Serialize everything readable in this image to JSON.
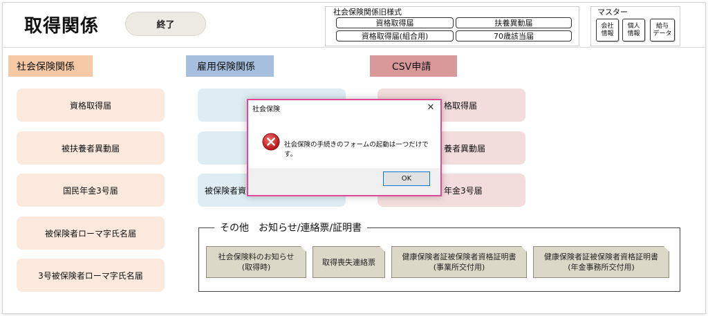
{
  "header": {
    "title": "取得関係",
    "end_label": "終了"
  },
  "old_forms": {
    "title": "社会保険関係旧様式",
    "buttons": [
      "資格取得届",
      "扶養異動届",
      "資格取得届(組合用)",
      "70歳該当届"
    ]
  },
  "master": {
    "title": "マスター",
    "buttons": [
      {
        "line1": "会社",
        "line2": "情報"
      },
      {
        "line1": "個人",
        "line2": "情報"
      },
      {
        "line1": "給与",
        "line2": "データ"
      }
    ]
  },
  "sections": {
    "social": {
      "label": "社会保険関係",
      "color": "#f6c9a6",
      "buttons": [
        "資格取得届",
        "被扶養者異動届",
        "国民年金3号届",
        "被保険者ローマ字氏名届",
        "3号被保険者ローマ字氏名届"
      ]
    },
    "employment": {
      "label": "雇用保険関係",
      "color": "#a7bfdf",
      "buttons": [
        "",
        "",
        "被保険者資"
      ]
    },
    "csv": {
      "label": "CSV申請",
      "color": "#d9999a",
      "buttons": [
        "格取得届",
        "養者異動届",
        "年金3号届"
      ]
    }
  },
  "other": {
    "title": "その他　お知らせ/連絡票/証明書",
    "buttons": [
      {
        "line1": "社会保険料のお知らせ",
        "line2": "(取得時)"
      },
      {
        "line1": "取得喪失連絡票",
        "line2": ""
      },
      {
        "line1": "健康保険者証被保険者資格証明書",
        "line2": "(事業所交付用)"
      },
      {
        "line1": "健康保険者証被保険者資格証明書",
        "line2": "(年金事務所交付用)"
      }
    ]
  },
  "dialog": {
    "title": "社会保険",
    "close_glyph": "✕",
    "message": "社会保険の手続きのフォームの起動は一つだけです。",
    "ok_label": "OK",
    "icon": "error-icon",
    "accent_color": "#e0489a"
  }
}
